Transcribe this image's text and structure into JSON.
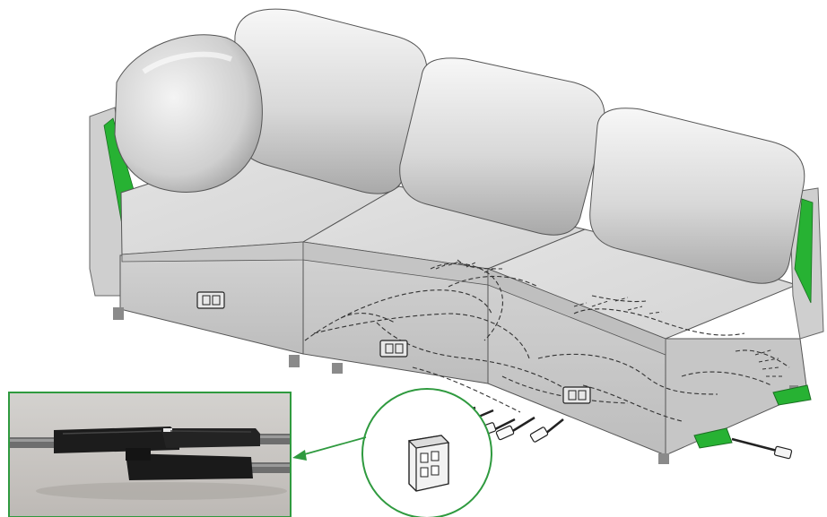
{
  "diagram": {
    "subject": "sectional-sofa-wiring-illustration",
    "outlets": [
      {
        "id": "left-base-outlet"
      },
      {
        "id": "center-base-outlet"
      },
      {
        "id": "right-base-outlet"
      }
    ],
    "colors": {
      "upholstery": "#d9d9d9",
      "upholstery_shadow": "#9a9a9a",
      "frame_green": "#27b233",
      "callout_green": "#2f9a3f",
      "cable_dash": "#333333",
      "photo_bg": "#c9c6c3",
      "cable_black": "#1c1c1c"
    },
    "callouts": [
      {
        "id": "connector-closeup-circle"
      },
      {
        "id": "connector-photo-inset"
      }
    ]
  }
}
